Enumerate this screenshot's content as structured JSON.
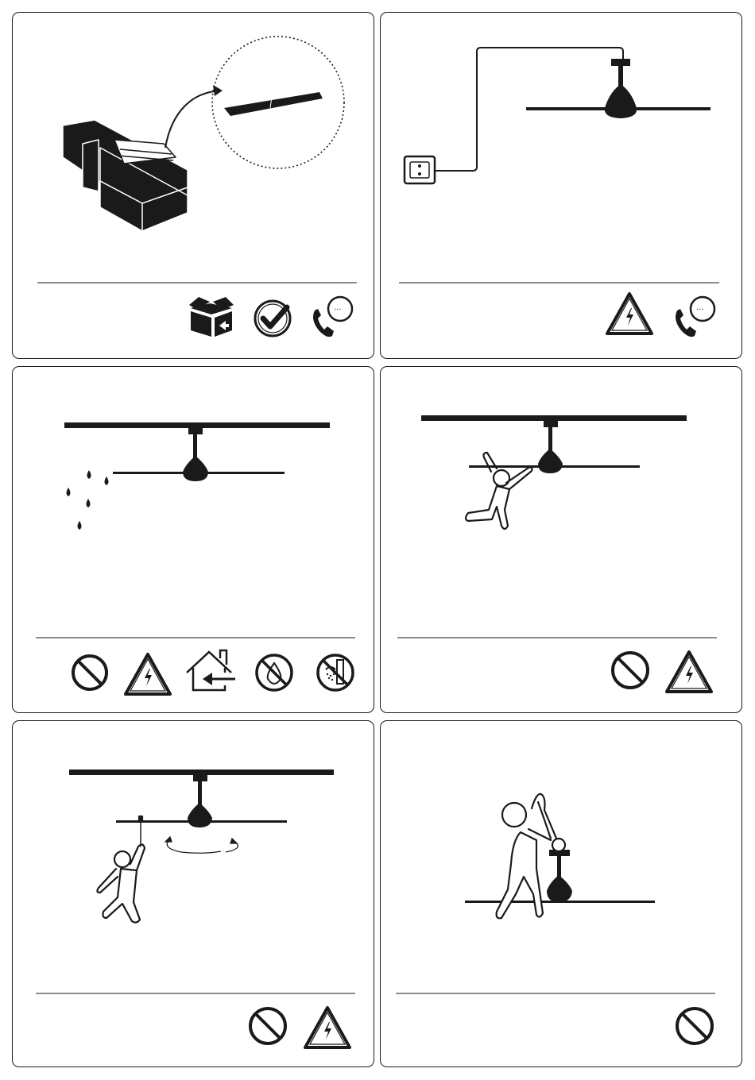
{
  "panels": [
    {
      "id": "unpack-check-blades",
      "icons": [
        "box-open-icon",
        "checkmark-circle-icon",
        "phone-support-icon"
      ]
    },
    {
      "id": "power-supply-connection",
      "icons": [
        "electric-hazard-icon",
        "phone-support-icon"
      ]
    },
    {
      "id": "no-moisture-indoor-only",
      "icons": [
        "prohibited-icon",
        "electric-hazard-icon",
        "indoor-house-icon",
        "no-water-icon",
        "no-bathroom-shower-icon"
      ]
    },
    {
      "id": "no-hanging-on-fan",
      "icons": [
        "prohibited-icon",
        "electric-hazard-icon"
      ]
    },
    {
      "id": "no-pulling-blades-while-running",
      "icons": [
        "prohibited-icon",
        "electric-hazard-icon"
      ]
    },
    {
      "id": "no-bending-fan",
      "icons": [
        "prohibited-icon"
      ]
    }
  ],
  "colors": {
    "ink": "#1a1a1a",
    "background": "#ffffff"
  }
}
